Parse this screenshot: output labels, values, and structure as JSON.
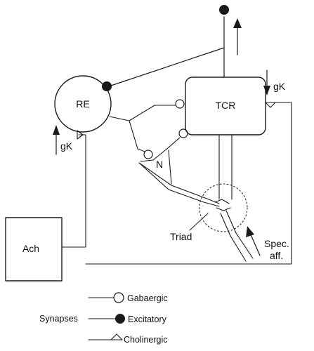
{
  "nodes": {
    "re": "RE",
    "tcr": "TCR",
    "ach": "Ach",
    "interneuron": "N"
  },
  "annotations": {
    "gk_right": "gK",
    "gk_left": "gK",
    "triad": "Triad",
    "spec_aff_line1": "Spec.",
    "spec_aff_line2": "aff."
  },
  "legend": {
    "title": "Synapses",
    "gabaergic": "Gabaergic",
    "excitatory": "Excitatory",
    "cholinergic": "Cholinergic"
  },
  "colors": {
    "ink": "#1a1a1a",
    "background": "#ffffff"
  }
}
